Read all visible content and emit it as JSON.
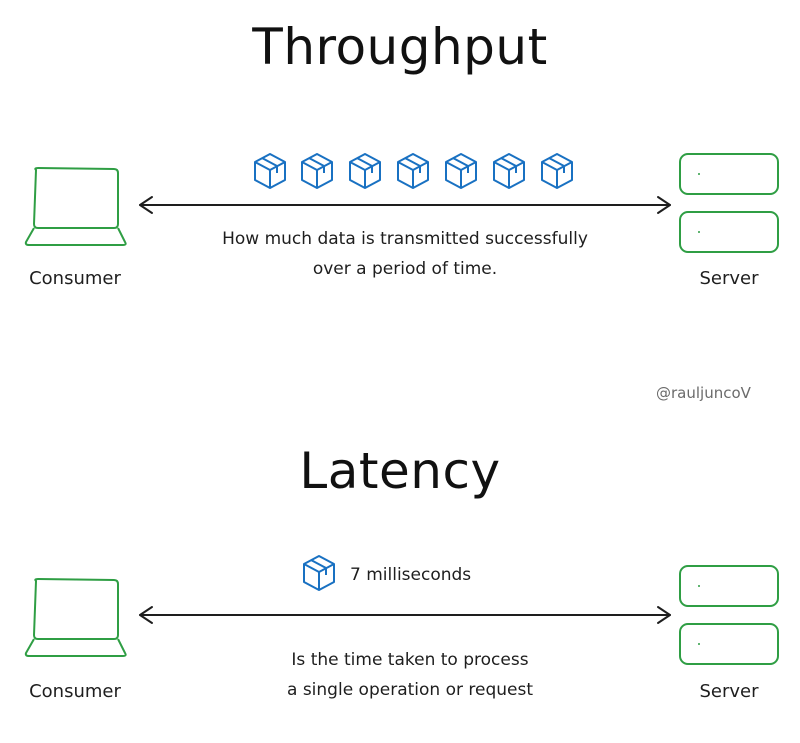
{
  "throughput": {
    "title": "Throughput",
    "consumer_label": "Consumer",
    "server_label": "Server",
    "description_line1": "How much data is transmitted successfully",
    "description_line2": "over a period of time.",
    "package_count": 7
  },
  "latency": {
    "title": "Latency",
    "consumer_label": "Consumer",
    "server_label": "Server",
    "package_label": "7 milliseconds",
    "description_line1": "Is the time taken to process",
    "description_line2": "a single operation or request"
  },
  "watermark": "@rauljuncoV",
  "colors": {
    "device": "#2f9e44",
    "package": "#1971c2",
    "arrow": "#1e1e1e"
  },
  "icons": {
    "consumer": "laptop-icon",
    "server": "server-icon",
    "data": "package-icon",
    "connection": "double-arrow-icon"
  }
}
